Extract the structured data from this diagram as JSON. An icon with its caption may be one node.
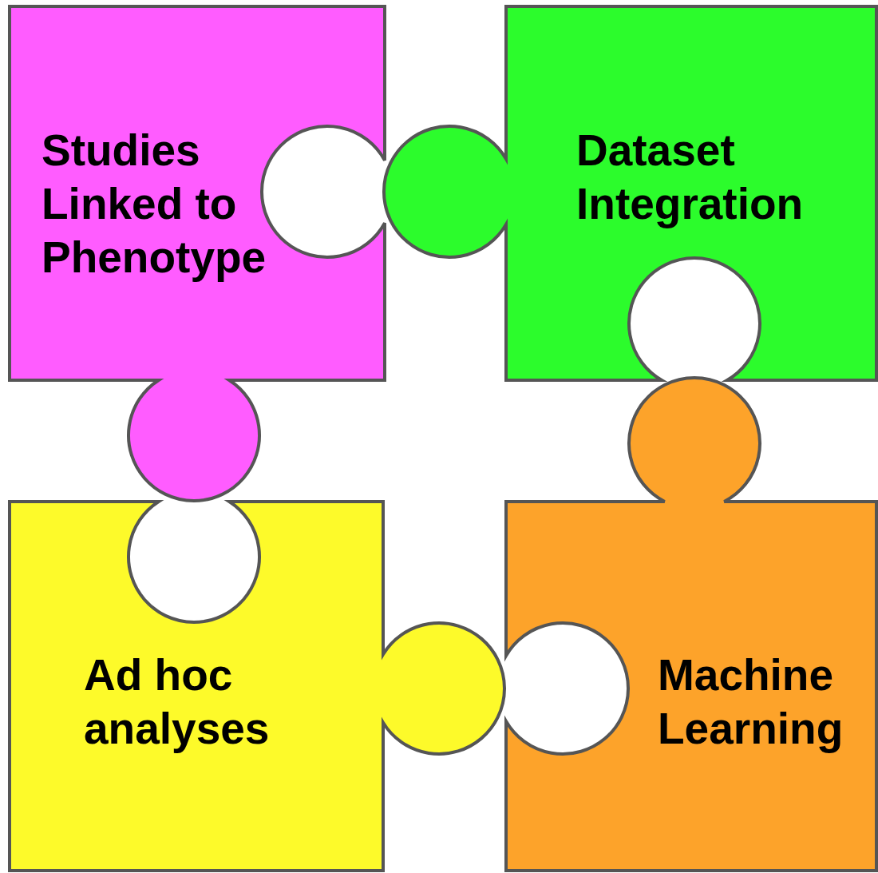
{
  "diagram": {
    "nodes": [
      {
        "text": [
          "Studies Linked to Phenotype"
        ]
      },
      {
        "text": [
          "Dataset Integration"
        ]
      },
      {
        "text": [
          "Ad hoc analyses"
        ]
      },
      {
        "text": [
          "Machine Learning"
        ]
      }
    ]
  }
}
